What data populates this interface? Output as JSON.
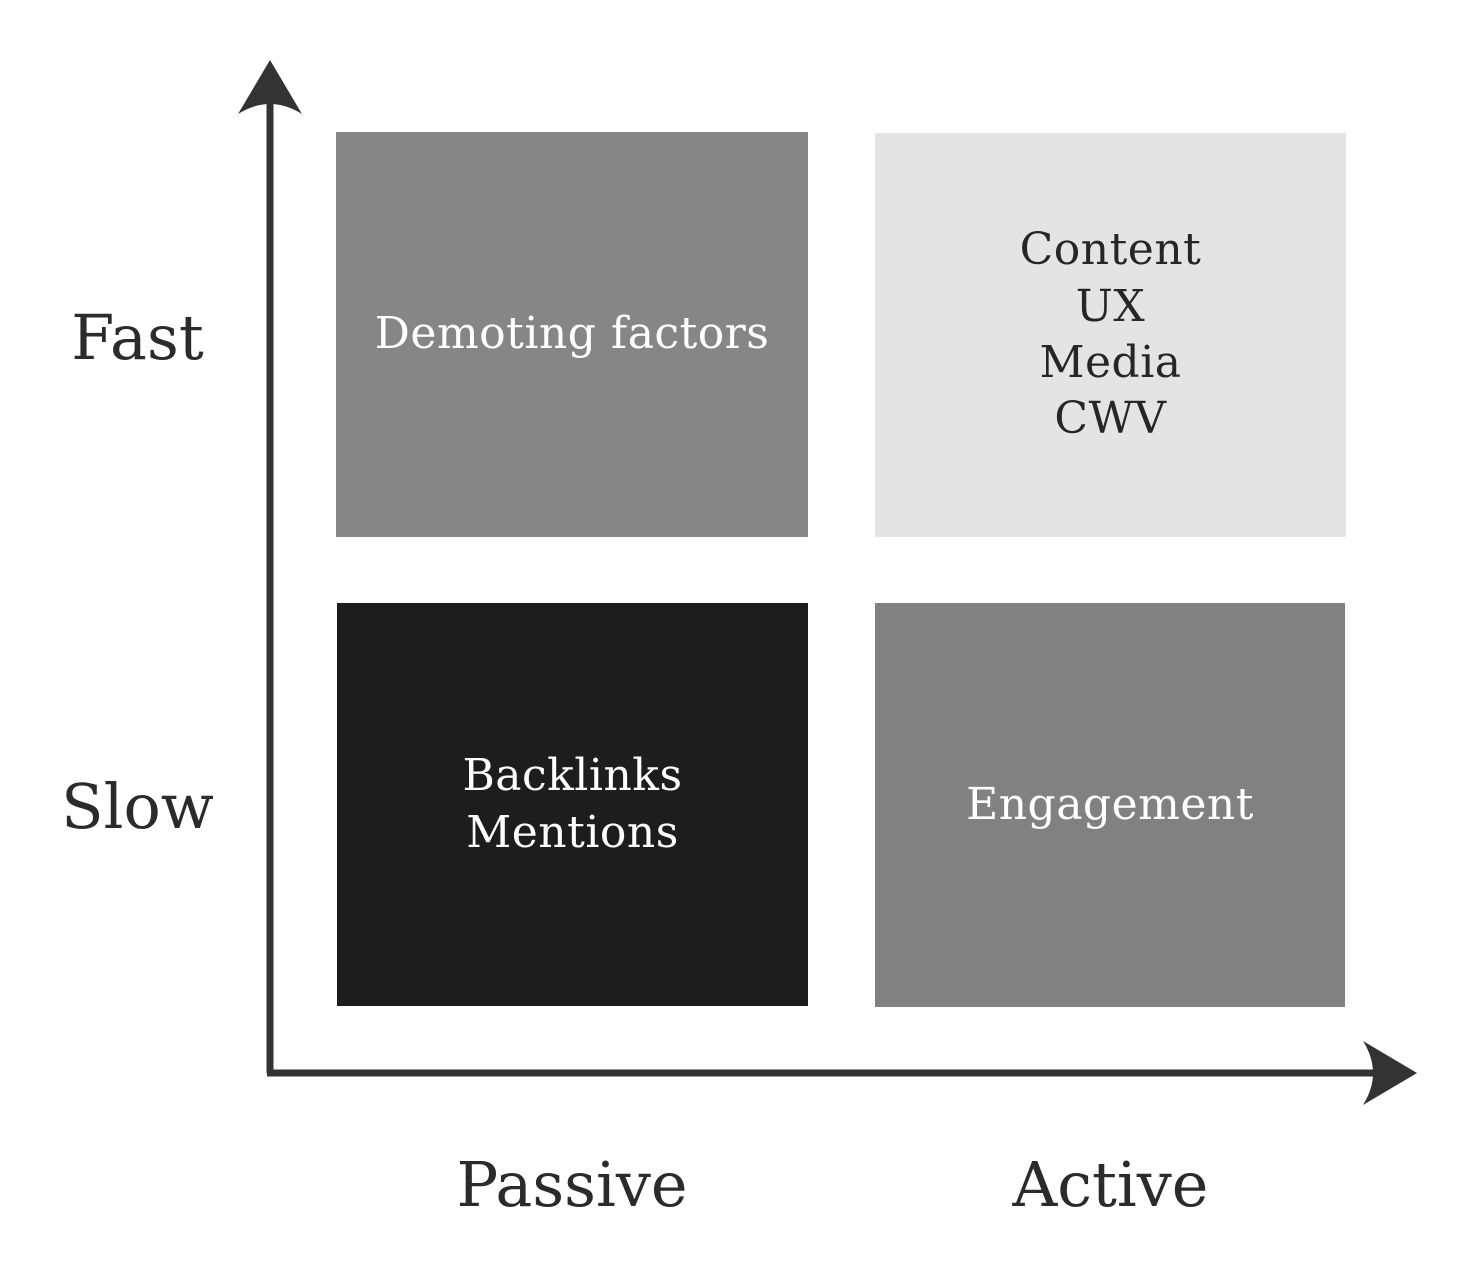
{
  "diagram": {
    "type": "quadrant-matrix",
    "y_axis": {
      "top_label": "Fast",
      "bottom_label": "Slow"
    },
    "x_axis": {
      "left_label": "Passive",
      "right_label": "Active"
    },
    "quadrants": {
      "top_left": {
        "label": "Demoting factors",
        "bg": "#868686",
        "text_color": "#ffffff"
      },
      "top_right": {
        "lines": [
          "Content",
          "UX",
          "Media",
          "CWV"
        ],
        "bg": "#e4e4e4",
        "text_color": "#262626"
      },
      "bottom_left": {
        "lines": [
          "Backlinks",
          "Mentions"
        ],
        "bg": "#1d1d1d",
        "text_color": "#ffffff"
      },
      "bottom_right": {
        "label": "Engagement",
        "bg": "#818181",
        "text_color": "#ffffff"
      }
    },
    "colors": {
      "axis": "#333333",
      "label_text": "#2b2b2b",
      "background": "#ffffff"
    }
  }
}
